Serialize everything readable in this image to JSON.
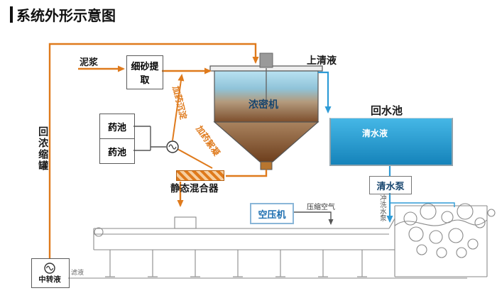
{
  "title": "系统外形示意图",
  "labels": {
    "mud": "泥浆",
    "sand_extraction": "细砂提取",
    "chem_tank_1": "药池",
    "chem_tank_2": "药池",
    "dosing_sedimentation": "加药沉淀",
    "dosing_flocculation": "加药絮凝",
    "thickener": "浓密机",
    "supernatant": "上清液",
    "return_pool": "回水池",
    "clear_water": "清水液",
    "clean_water_pump": "清水泵",
    "wash_water_pump": "冲洗水泵",
    "static_mixer": "静态混合器",
    "air_compressor": "空压机",
    "compressed_air": "压缩空气",
    "return_to_thickener": "回浓缩罐",
    "transfer_liquid": "中转液",
    "filtrate": "滤液"
  },
  "colors": {
    "flow_orange": "#df7a1c",
    "flow_blue": "#2e9bd6",
    "machine_gray": "#8a8a8a",
    "water_top": "#45b7e6",
    "water_bottom": "#1583ba"
  }
}
